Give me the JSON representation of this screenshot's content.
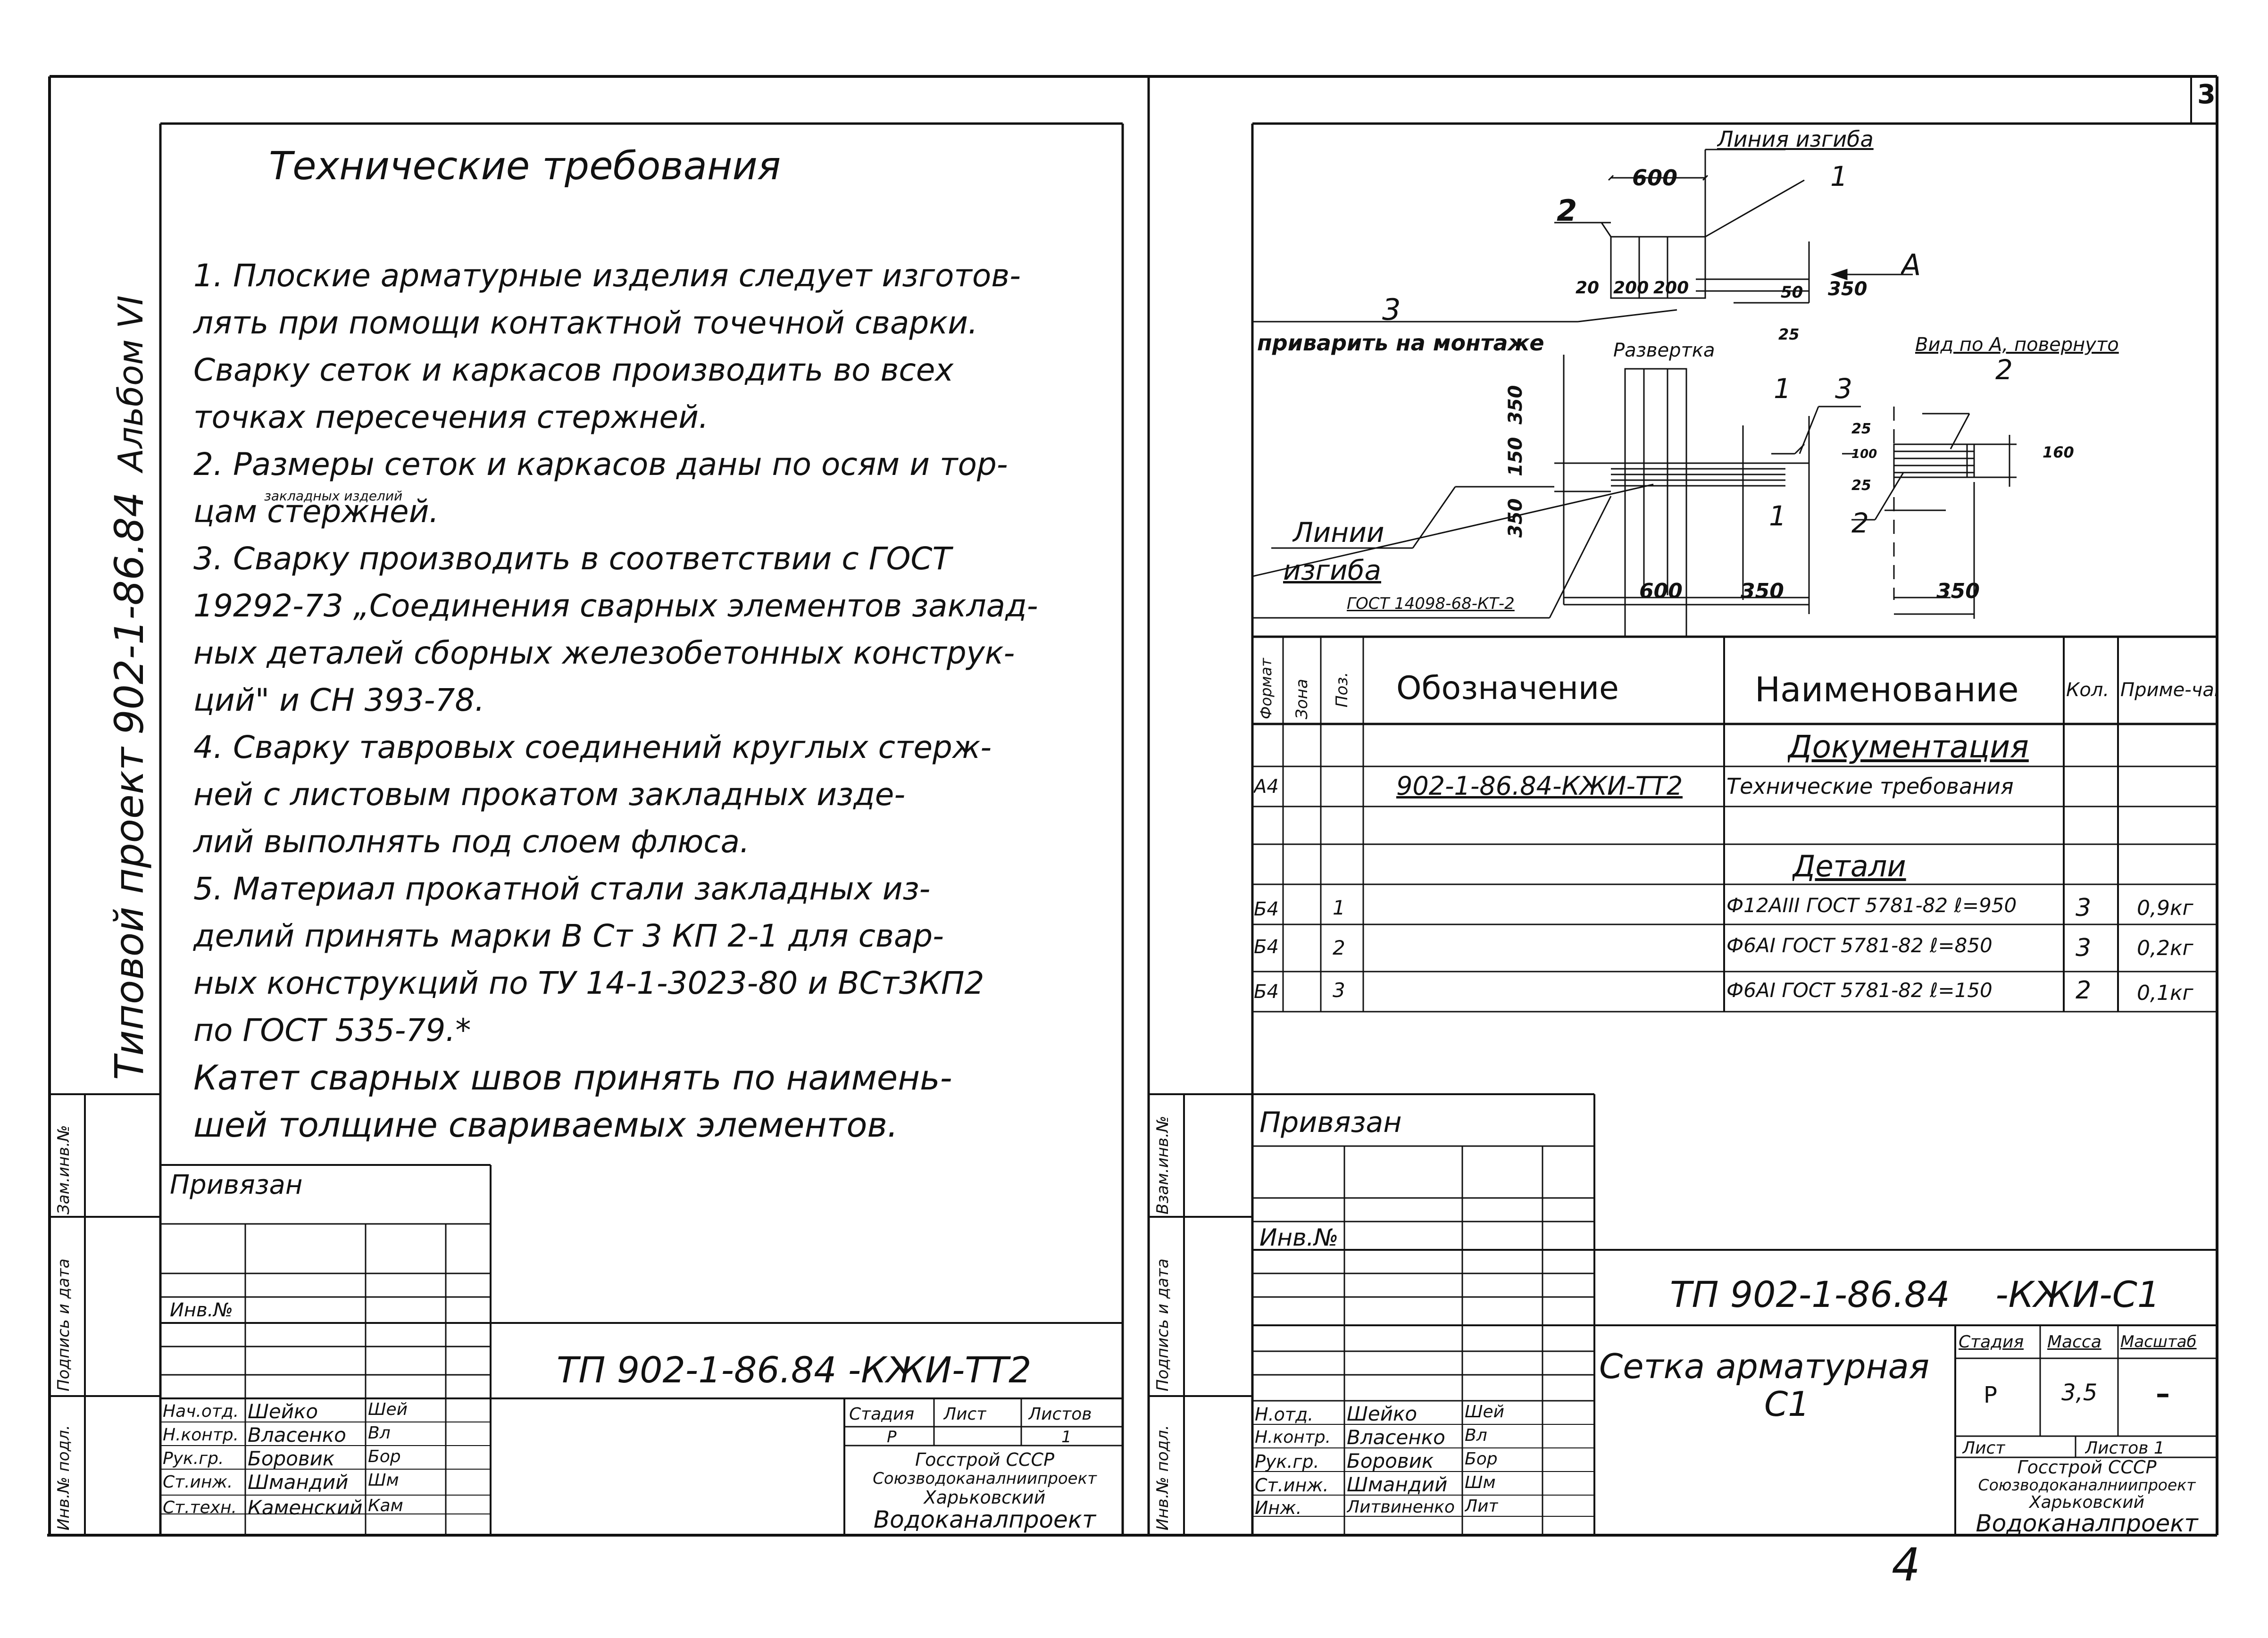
{
  "page_corner_number": "3",
  "page_bottom_number": "4",
  "left_sheet": {
    "side_binding": {
      "album": "Альбом VI",
      "project": "Типовой проект 902-1-86.84",
      "col_zam": "Зам.инв.№",
      "col_podpis": "Подпись и дата",
      "col_inv": "Инв.№ подл."
    },
    "title": "Технические требования",
    "requirements": [
      "1. Плоские арматурные изделия следует изготов-",
      "лять при помощи контактной точечной сварки.",
      "Сварку сеток и каркасов производить во всех",
      "точках пересечения стержней.",
      "2. Размеры сеток и каркасов даны по осям и тор-",
      "цам стержней.",
      "3. Сварку производить в соответствии с ГОСТ",
      "19292-73 „Соединения сварных элементов заклад-",
      "ных деталей сборных железобетонных конструк-",
      "ций\" и СН 393-78.",
      "4. Сварку тавровых соединений круглых стерж-",
      "ней с листовым прокатом закладных изде-",
      "лий выполнять под слоем флюса.",
      "5. Материал прокатной стали закладных из-",
      "делий принять марки В Ст 3 КП 2-1 для свар-",
      "ных конструкций по ТУ 14-1-3023-80 и ВСт3КП2",
      "по ГОСТ 535-79.*",
      "Катет   сварных швов принять по наимень-",
      "шей толщине свариваемых элементов."
    ],
    "insertion_note": "закладных изделий",
    "privyazan": "Привязан",
    "inv_no": "Инв.№",
    "doc_code": "ТП 902-1-86.84  -КЖИ-ТТ2",
    "stamp": {
      "h_stadiya": "Стадия",
      "h_list": "Лист",
      "h_listov": "Листов",
      "v_stadiya": "Р",
      "v_list": "1",
      "org": [
        "Госстрой СССР",
        "Союзводоканалниипроект",
        "Харьковский",
        "Водоканалпроект"
      ]
    },
    "signatures": [
      {
        "role": "Нач.отд.",
        "name": "Шейко",
        "sig": "Шей"
      },
      {
        "role": "Н.контр.",
        "name": "Власенко",
        "sig": "Вл"
      },
      {
        "role": "Рук.гр.",
        "name": "Боровик",
        "sig": "Бор"
      },
      {
        "role": "Ст.инж.",
        "name": "Шмандий",
        "sig": "Шм"
      },
      {
        "role": "Ст.техн.",
        "name": "Каменский",
        "sig": "Кам"
      }
    ]
  },
  "right_sheet": {
    "side_binding": {
      "col_vzam": "Взам.инв.№",
      "col_podpis": "Подпись и дата",
      "col_inv": "Инв.№ подл."
    },
    "drawing": {
      "linia_izgiba": "Линия изгиба",
      "linii_izgiba_1": "Линии",
      "linii_izgiba_2": "изгиба",
      "gost": "ГОСТ 14098-68-КТ-2",
      "privarit": "приварить на монтаже",
      "razvertka": "Развертка",
      "vid": "Вид по А, повернуто",
      "arrow": "А",
      "dims": [
        "600",
        "20",
        "200",
        "200",
        "50",
        "25",
        "350",
        "350",
        "150",
        "350",
        "600",
        "350",
        "25",
        "100",
        "25",
        "160",
        "350"
      ],
      "positions": [
        "1",
        "2",
        "3",
        "1",
        "3",
        "2",
        "1",
        "2"
      ]
    },
    "spec_table": {
      "headers": [
        "Формат",
        "Зона",
        "Поз.",
        "Обозначение",
        "Наименование",
        "Кол.",
        "Приме-чание"
      ],
      "sec_docs": "Документация",
      "sec_details": "Детали",
      "rows": [
        {
          "format": "А4",
          "zone": "",
          "pos": "",
          "designation": "902-1-86.84-КЖИ-ТТ2",
          "name": "Технические требования",
          "qty": "",
          "note": ""
        },
        {
          "format": "Б4",
          "zone": "",
          "pos": "1",
          "designation": "",
          "name": "Ф12АIII ГОСТ 5781-82 ℓ=950",
          "qty": "3",
          "note": "0,9кг"
        },
        {
          "format": "Б4",
          "zone": "",
          "pos": "2",
          "designation": "",
          "name": "Ф6АI ГОСТ 5781-82 ℓ=850",
          "qty": "3",
          "note": "0,2кг"
        },
        {
          "format": "Б4",
          "zone": "",
          "pos": "3",
          "designation": "",
          "name": "Ф6АI ГОСТ 5781-82 ℓ=150",
          "qty": "2",
          "note": "0,1кг"
        }
      ]
    },
    "privyazan": "Привязан",
    "inv_no": "Инв.№",
    "doc_code": "ТП 902-1-86.84    -КЖИ-С1",
    "item_name_1": "Сетка арматурная",
    "item_name_2": "С1",
    "stamp": {
      "h_stadiya": "Стадия",
      "h_massa": "Масса",
      "h_masshtab": "Масштаб",
      "v_stadiya": "Р",
      "v_massa": "3,5",
      "v_masshtab": "–",
      "list": "Лист",
      "listov": "Листов 1",
      "org": [
        "Госстрой СССР",
        "Союзводоканалниипроект",
        "Харьковский",
        "Водоканалпроект"
      ]
    },
    "signatures": [
      {
        "role": "Н.отд.",
        "name": "Шейко",
        "sig": "Шей"
      },
      {
        "role": "Н.контр.",
        "name": "Власенко",
        "sig": "Вл"
      },
      {
        "role": "Рук.гр.",
        "name": "Боровик",
        "sig": "Бор"
      },
      {
        "role": "Ст.инж.",
        "name": "Шмандий",
        "sig": "Шм"
      },
      {
        "role": "Инж.",
        "name": "Литвиненко",
        "sig": "Лит"
      }
    ]
  }
}
